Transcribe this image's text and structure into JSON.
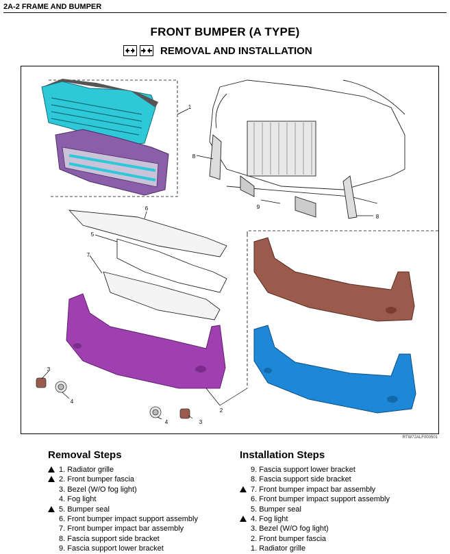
{
  "header": {
    "section": "2A-2  FRAME AND BUMPER"
  },
  "title": "FRONT BUMPER (A TYPE)",
  "subtitle": "REMOVAL AND INSTALLATION",
  "figure": {
    "code": "RTW72ALF000501",
    "callouts": [
      "1",
      "8",
      "9",
      "8",
      "6",
      "5",
      "7",
      "3",
      "4",
      "4",
      "3",
      "2"
    ]
  },
  "colors": {
    "grille_cyan": "#2fc8d8",
    "bezel_purple": "#8a5ea8",
    "fascia_magenta": "#a040b0",
    "fascia_brown": "#9a5a4c",
    "fascia_blue": "#1e88d8"
  },
  "removal": {
    "heading": "Removal Steps",
    "steps": [
      {
        "text": "1. Radiator grille",
        "marked": true
      },
      {
        "text": "2. Front bumper fascia",
        "marked": true
      },
      {
        "text": "3. Bezel (W/O fog light)",
        "marked": false
      },
      {
        "text": "4. Fog light",
        "marked": false
      },
      {
        "text": "5. Bumper seal",
        "marked": true
      },
      {
        "text": "6. Front bumper impact support assembly",
        "marked": false
      },
      {
        "text": "7. Front bumper impact bar assembly",
        "marked": false
      },
      {
        "text": "8. Fascia support side bracket",
        "marked": false
      },
      {
        "text": "9. Fascia support lower bracket",
        "marked": false
      }
    ]
  },
  "installation": {
    "heading": "Installation Steps",
    "steps": [
      {
        "text": "9. Fascia support lower bracket",
        "marked": false
      },
      {
        "text": "8. Fascia support side bracket",
        "marked": false
      },
      {
        "text": "7. Front bumper impact bar assembly",
        "marked": true
      },
      {
        "text": "6. Front bumper impact support assembly",
        "marked": false
      },
      {
        "text": "5. Bumper seal",
        "marked": false
      },
      {
        "text": "4. Fog light",
        "marked": true
      },
      {
        "text": "3. Bezel (W/O fog light)",
        "marked": false
      },
      {
        "text": "2. Front bumper fascia",
        "marked": false
      },
      {
        "text": "1. Radiator grille",
        "marked": false
      }
    ]
  }
}
